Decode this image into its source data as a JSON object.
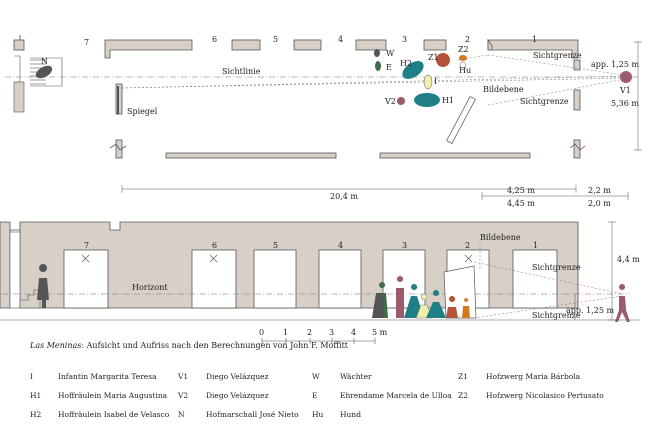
{
  "colors": {
    "wall": "#d8cfc6",
    "wall_stroke": "#555555",
    "line": "#666666",
    "teal": "#1f7f86",
    "red": "#b5533b",
    "orange": "#d47a1e",
    "yellow_pale": "#f2eeb0",
    "mauve": "#9b5b6a",
    "dark_green": "#3f6b48",
    "grey_fig": "#555555"
  },
  "plan": {
    "windows": [
      "7",
      "6",
      "5",
      "4",
      "3",
      "2",
      "1"
    ],
    "sichtlinie": "Sichtlinie",
    "sichtgrenze_top": "Sichtgrenze",
    "sichtgrenze_bottom": "Sichtgrenze",
    "bildebene": "Bildebene",
    "spiegel": "Spiegel",
    "height_note": "app. 1,25 m",
    "width_note": "5,36 m",
    "figures": {
      "N": "N",
      "W": "W",
      "E": "E",
      "H2": "H2",
      "Z1": "Z1",
      "Z2": "Z2",
      "Hu": "Hu",
      "I": "I",
      "V2": "V2",
      "H1": "H1",
      "V1": "V1"
    },
    "dims": {
      "total": "20,4 m",
      "d1": "4,25 m",
      "d2": "4,45 m",
      "d3": "2,2 m",
      "d4": "2,0 m"
    }
  },
  "elevation": {
    "windows": [
      "7",
      "6",
      "5",
      "4",
      "3",
      "2",
      "1"
    ],
    "horizont": "Horizont",
    "bildebene": "Bildebene",
    "sichtgrenze_top": "Sichtgrenze",
    "sichtgrenze_bottom": "Sichtgrenze",
    "height_note": "app. 1,25 m",
    "room_height": "4,4 m"
  },
  "scale": {
    "ticks": [
      "0",
      "1",
      "2",
      "3",
      "4",
      "5 m"
    ]
  },
  "caption": {
    "title": "Las Meninas",
    "text": ": Aufsicht und Aufriss nach den Berechnungen von John F. Moffitt"
  },
  "legend": [
    {
      "key": "I",
      "label": "Infantin Margarita Teresa"
    },
    {
      "key": "V1",
      "label": "Diego Velázquez"
    },
    {
      "key": "W",
      "label": "Wächter"
    },
    {
      "key": "Z1",
      "label": "Hofzwerg Maria Bárbola"
    },
    {
      "key": "H1",
      "label": "Hoffräulein Maria Augustina"
    },
    {
      "key": "V2",
      "label": "Diego Velázquez"
    },
    {
      "key": "E",
      "label": "Ehrendame Marcela de Ulloa"
    },
    {
      "key": "Z2",
      "label": "Hofzwerg Nicolasico Pertusato"
    },
    {
      "key": "H2",
      "label": "Hoffräulein Isabel de Velasco"
    },
    {
      "key": "N",
      "label": "Hofmarschall José Nieto"
    },
    {
      "key": "Hu",
      "label": "Hund"
    }
  ]
}
